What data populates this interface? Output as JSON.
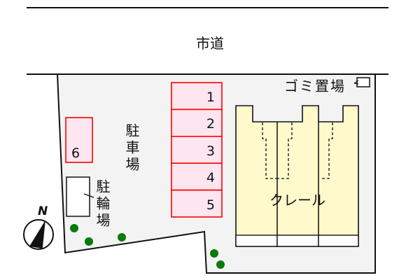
{
  "road": {
    "label": "市道"
  },
  "parking_lot": {
    "label": "駐車場"
  },
  "bicycle_parking": {
    "label": "駐輪場"
  },
  "garbage_area": {
    "label": "ゴミ置場"
  },
  "building": {
    "name": "クレール",
    "units": 3
  },
  "parking_spaces": [
    {
      "number": "1"
    },
    {
      "number": "2"
    },
    {
      "number": "3"
    },
    {
      "number": "4"
    },
    {
      "number": "5"
    },
    {
      "number": "6"
    }
  ],
  "compass": {
    "label": "N"
  },
  "colors": {
    "lot_fill": "#f3f3f3",
    "parking_fill": "#fde6ef",
    "parking_border": "#ff0000",
    "building_fill": "#fff9cc",
    "tree": "#0a7a0a",
    "line": "#111111"
  }
}
